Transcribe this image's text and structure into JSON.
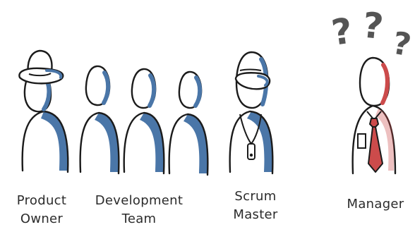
{
  "roles": {
    "product_owner": {
      "line1": "Product",
      "line2": "Owner"
    },
    "development_team": {
      "line1": "Development",
      "line2": "Team"
    },
    "scrum_master": {
      "line1": "Scrum",
      "line2": "Master"
    },
    "manager": {
      "line1": "Manager"
    }
  },
  "question_marks": [
    "?",
    "?",
    "?"
  ],
  "icons": [
    "hat-icon",
    "whistle-icon",
    "necktie-icon",
    "pocket-icon"
  ],
  "colors": {
    "outline": "#1b1b1b",
    "shade_blue": "#4a76a8",
    "shade_red": "#cc4b4b",
    "question_gray": "#555555",
    "text": "#2b2b2b"
  }
}
